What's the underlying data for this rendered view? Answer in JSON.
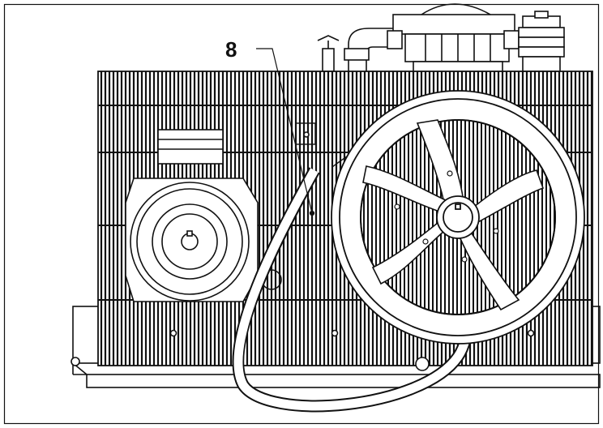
{
  "figure": {
    "callout_label": "8",
    "colors": {
      "line": "#111111",
      "background": "#ffffff"
    },
    "parts": [
      "frame-border",
      "base-rail",
      "cooling-grille",
      "electric-motor",
      "compressor-head",
      "flywheel-fan",
      "drive-belt",
      "callout-leader"
    ]
  }
}
